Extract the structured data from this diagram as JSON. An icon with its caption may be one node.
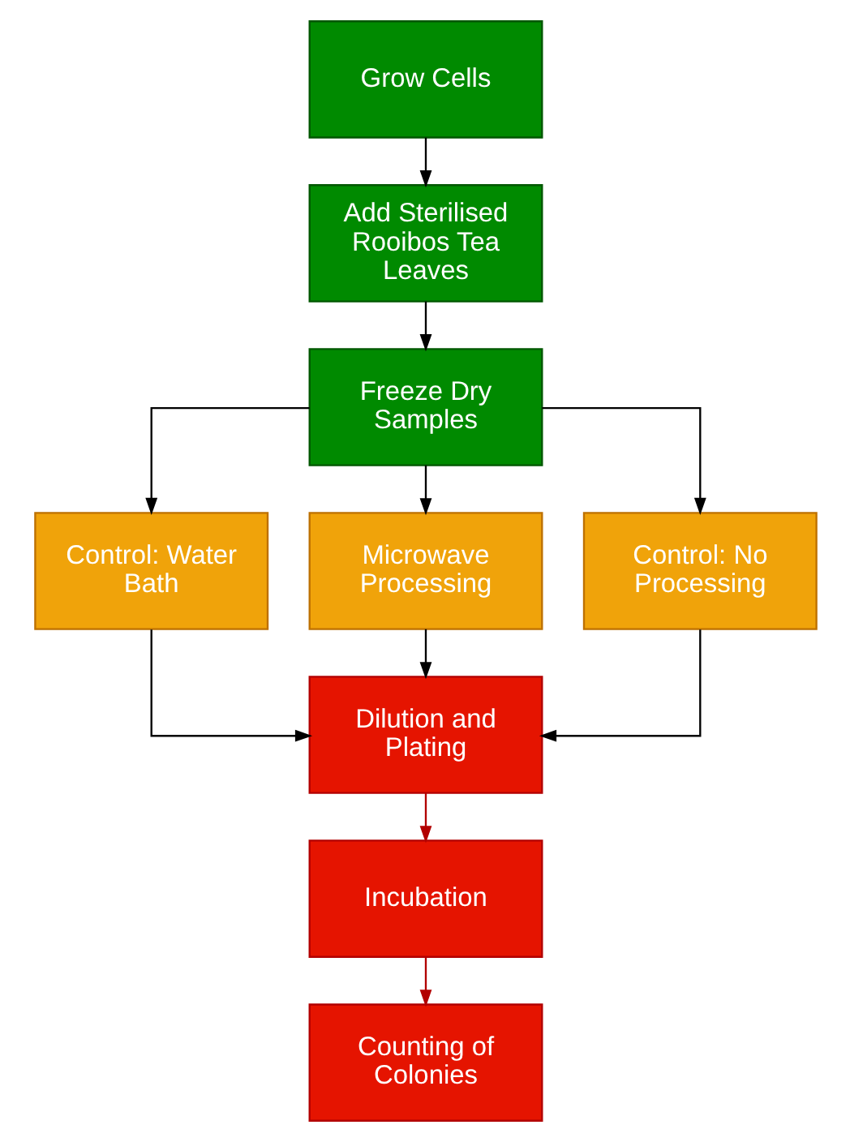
{
  "diagram": {
    "nodes": [
      {
        "text": [
          "Grow Cells"
        ]
      },
      {
        "text": [
          "Add Sterilised Rooibos Tea Leaves"
        ]
      },
      {
        "text": [
          "Freeze Dry Samples"
        ]
      },
      {
        "text": [
          "Control: Water Bath"
        ]
      },
      {
        "text": [
          "Microwave Processing"
        ]
      },
      {
        "text": [
          "Control: No Processing"
        ]
      },
      {
        "text": [
          "Dilution and Plating"
        ]
      },
      {
        "text": [
          "Incubation"
        ]
      },
      {
        "text": [
          "Counting of Colonies"
        ]
      }
    ],
    "edges": [
      {
        "from": 0,
        "to": 1,
        "arrow": "to"
      },
      {
        "from": 1,
        "to": 2,
        "arrow": "to"
      },
      {
        "from": 2,
        "to": 3,
        "arrow": "to"
      },
      {
        "from": 2,
        "to": 4,
        "arrow": "to"
      },
      {
        "from": 2,
        "to": 5,
        "arrow": "to"
      },
      {
        "from": 3,
        "to": 6,
        "arrow": "to"
      },
      {
        "from": 4,
        "to": 6,
        "arrow": "to"
      },
      {
        "from": 5,
        "to": 6,
        "arrow": "to"
      },
      {
        "from": 6,
        "to": 7,
        "arrow": "to",
        "color": "#b20000"
      },
      {
        "from": 7,
        "to": 8,
        "arrow": "to",
        "color": "#b20000"
      }
    ]
  }
}
